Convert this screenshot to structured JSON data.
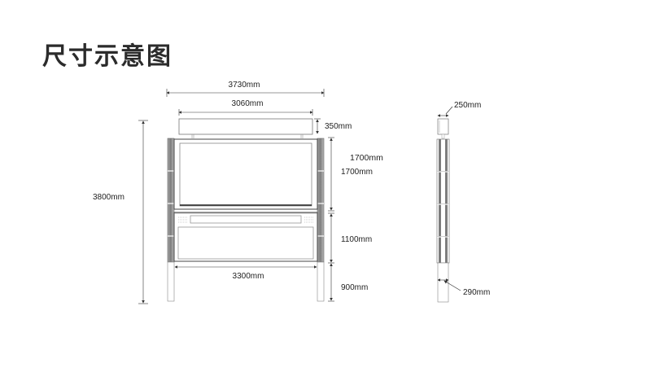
{
  "title": "尺寸示意图",
  "front_view": {
    "dimensions": {
      "overall_width": "3730mm",
      "top_box_width": "3060mm",
      "top_box_height": "350mm",
      "upper_panel_height_a": "1700mm",
      "upper_panel_height_b": "1700mm",
      "lower_panel_height": "1100mm",
      "leg_height": "900mm",
      "overall_height": "3800mm",
      "frame_width": "3300mm"
    }
  },
  "side_view": {
    "dimensions": {
      "top_box_depth": "250mm",
      "post_depth": "290mm"
    }
  },
  "colors": {
    "line": "#555555",
    "post_dark": "#8a8a8a",
    "post_mid": "#b5b5b5",
    "text": "#222222"
  }
}
